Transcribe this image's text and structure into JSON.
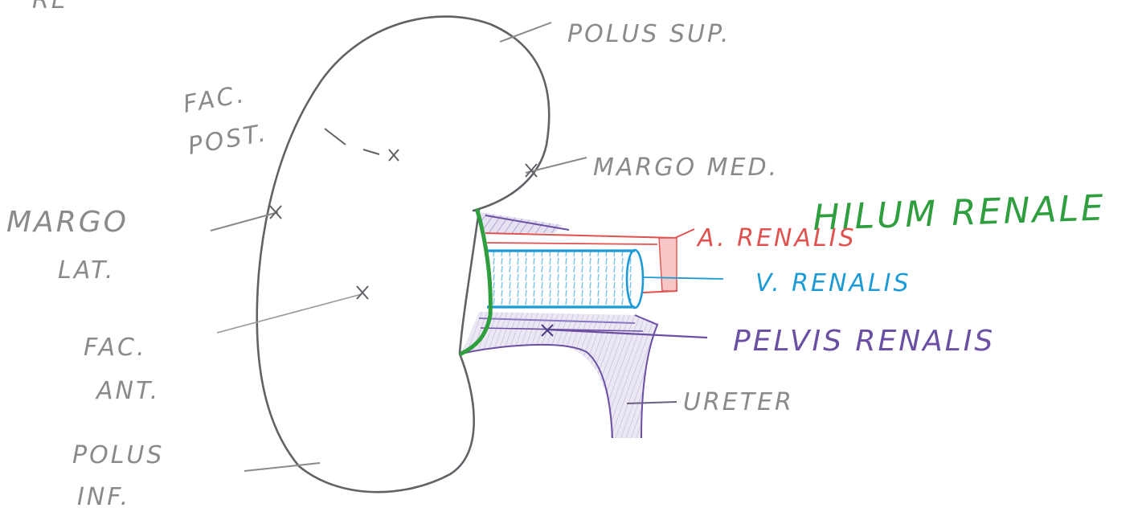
{
  "labels": {
    "top_left_partial": "RE",
    "polus_sup": "POLUS SUP.",
    "fac_post_1": "FAC.",
    "fac_post_2": "POST.",
    "margo_med": "MARGO MED.",
    "margo_lat_1": "MARGO",
    "margo_lat_2": "LAT.",
    "hilum_renale": "HILUM RENALE",
    "a_renalis": "A. RENALIS",
    "v_renalis": "V. RENALIS",
    "pelvis_renalis": "PELVIS RENALIS",
    "fac_ant_1": "FAC.",
    "fac_ant_2": "ANT.",
    "ureter": "URETER",
    "polus_inf_1": "POLUS",
    "polus_inf_2": "INF."
  },
  "colors": {
    "pencil": "#8a8a8a",
    "outline": "#5f6266",
    "hilum": "#2e9e3e",
    "artery": "#e0524f",
    "vein": "#1b9ad6",
    "pelvis": "#6b4fa3",
    "pelvis_fill": "#cbc3e2"
  }
}
